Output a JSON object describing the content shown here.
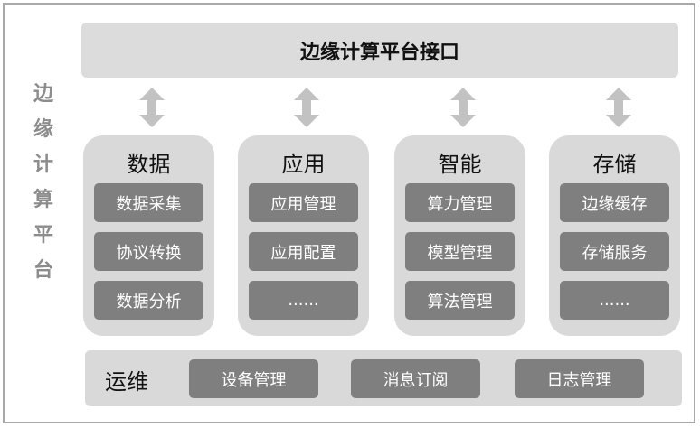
{
  "platform": {
    "vertical_label": "边缘计算平台",
    "interface_label": "边缘计算平台接口"
  },
  "modules": [
    {
      "title": "数据",
      "items": [
        "数据采集",
        "协议转换",
        "数据分析"
      ]
    },
    {
      "title": "应用",
      "items": [
        "应用管理",
        "应用配置",
        "......"
      ]
    },
    {
      "title": "智能",
      "items": [
        "算力管理",
        "模型管理",
        "算法管理"
      ]
    },
    {
      "title": "存储",
      "items": [
        "边缘缓存",
        "存储服务",
        "......"
      ]
    }
  ],
  "ops": {
    "title": "运维",
    "items": [
      "设备管理",
      "消息订阅",
      "日志管理"
    ]
  },
  "colors": {
    "panel": "#d9d9d9",
    "item": "#7f7f7f",
    "arrow": "#c2c2c2",
    "vertical_label": "#8c8c8c"
  }
}
